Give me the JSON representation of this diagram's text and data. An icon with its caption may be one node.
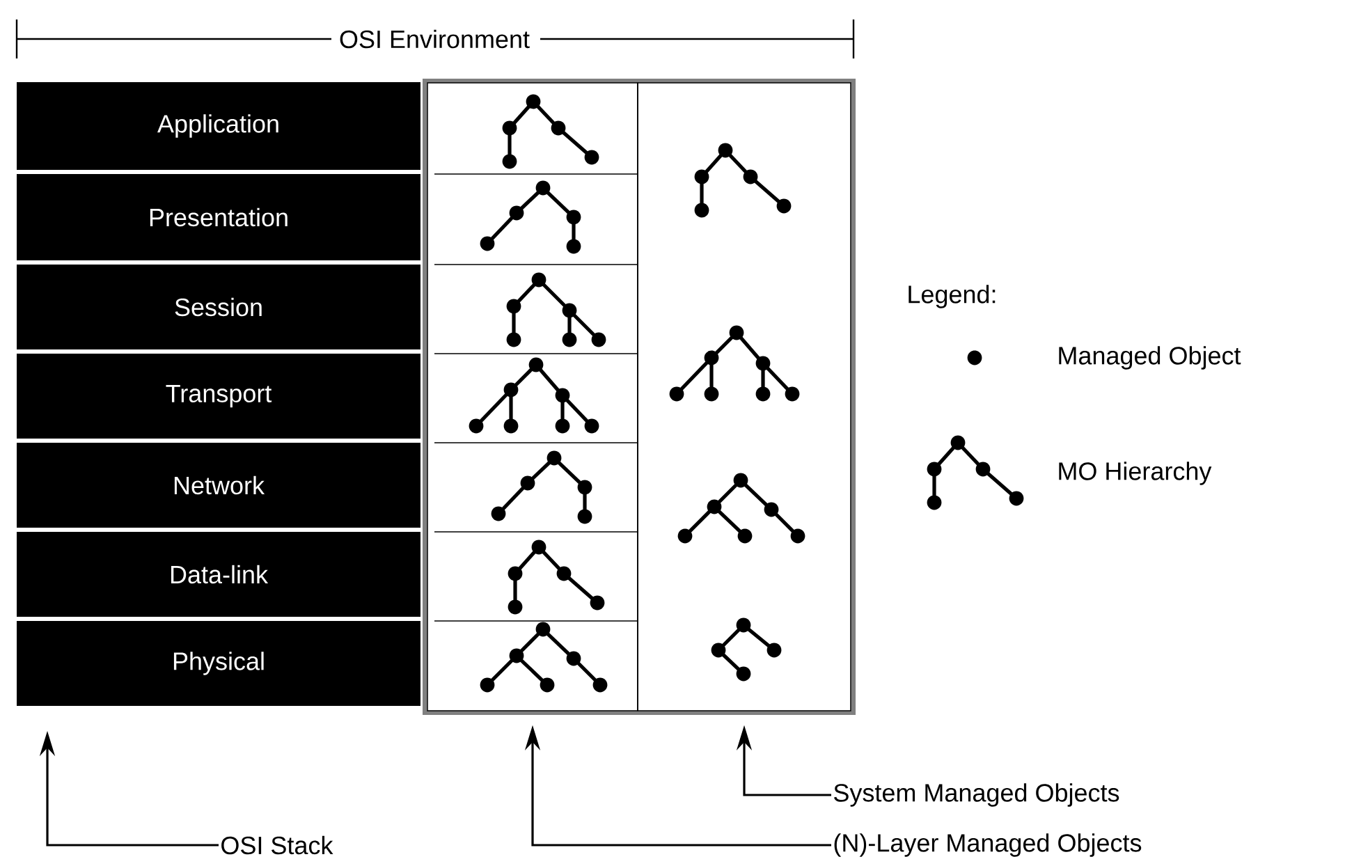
{
  "diagram": {
    "nodes": [
      {
        "text": [
          "Application"
        ]
      },
      {
        "text": [
          "Presentation"
        ]
      },
      {
        "text": [
          "Session"
        ]
      },
      {
        "text": [
          "Transport"
        ]
      },
      {
        "text": [
          "Network"
        ]
      },
      {
        "text": [
          "Data-link"
        ]
      },
      {
        "text": [
          "Physical"
        ]
      },
      {
        "text": [
          "OSI Stack"
        ]
      },
      {
        "text": [
          "(N)-Layer Managed Objects"
        ]
      },
      {
        "text": [
          "System Managed Objects"
        ]
      },
      {
        "text": [],
        "shape": "box"
      },
      {
        "text": [],
        "shape": "box",
        "in": 10
      },
      {
        "text": [],
        "shape": "box",
        "in": 10
      }
    ],
    "edges": [
      {
        "from": 7,
        "to": null,
        "arrow": "to"
      },
      {
        "from": 8,
        "to": 11,
        "arrow": "to"
      },
      {
        "from": 9,
        "to": 12,
        "arrow": "to"
      }
    ],
    "labels": [
      "OSI Environment",
      "Legend:"
    ],
    "legend": [
      {
        "text": "Managed Object"
      },
      {
        "text": "MO Hierarchy"
      }
    ]
  }
}
